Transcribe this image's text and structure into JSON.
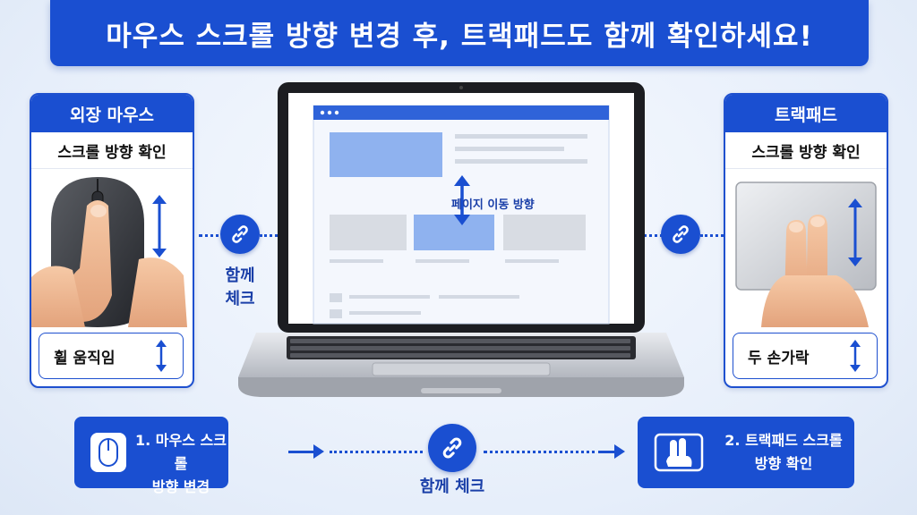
{
  "title": "마우스 스크롤 방향 변경 후, 트랙패드도 함께 확인하세요!",
  "left_card": {
    "header": "외장 마우스",
    "subheader": "스크롤 방향 확인",
    "footer": "휠 움직임"
  },
  "right_card": {
    "header": "트랙패드",
    "subheader": "스크롤 방향 확인",
    "footer": "두 손가락"
  },
  "link_label_left": [
    "함께",
    "체크"
  ],
  "screen": {
    "scroll_label": "페이지 이동 방향"
  },
  "steps": [
    {
      "line1": "1. 마우스 스크롤",
      "line2": "방향 변경",
      "icon": "mouse-icon"
    },
    {
      "line1": "2. 트랙패드 스크롤",
      "line2": "방향 확인",
      "icon": "trackpad-icon"
    }
  ],
  "bottom_link_label": "함께 체크",
  "colors": {
    "accent": "#1a4fd1",
    "background": "#eaf1fb"
  }
}
